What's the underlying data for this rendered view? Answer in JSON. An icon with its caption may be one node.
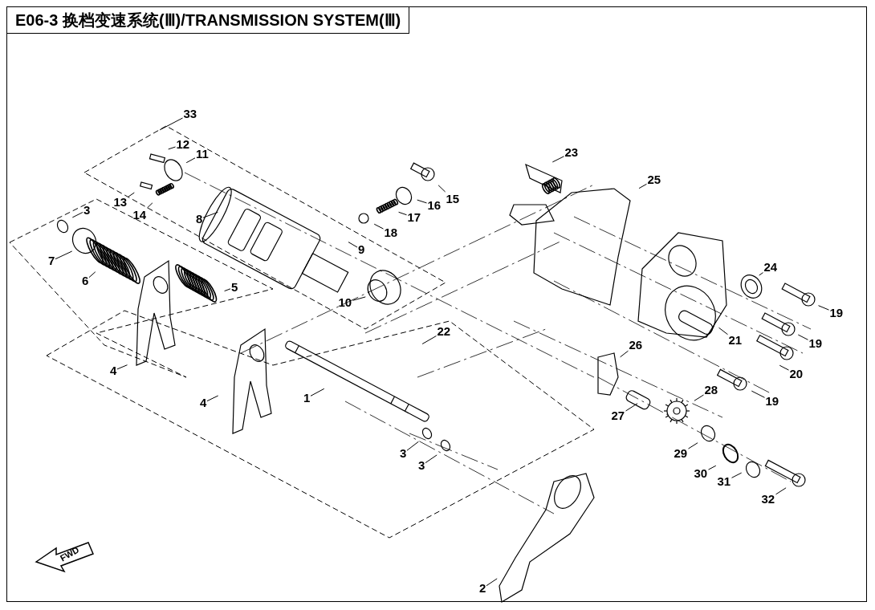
{
  "diagram": {
    "title": "E06-3 换档变速系统(Ⅲ)/TRANSMISSION SYSTEM(Ⅲ)",
    "nodes": [
      {
        "text": [
          "33"
        ]
      },
      {
        "text": [
          "12"
        ]
      },
      {
        "text": [
          "23"
        ]
      },
      {
        "text": [
          "11"
        ]
      },
      {
        "text": [
          "25"
        ]
      },
      {
        "text": [
          "15"
        ]
      },
      {
        "text": [
          "13"
        ]
      },
      {
        "text": [
          "14"
        ]
      },
      {
        "text": [
          "16"
        ]
      },
      {
        "text": [
          "3"
        ]
      },
      {
        "text": [
          "8"
        ]
      },
      {
        "text": [
          "17"
        ]
      },
      {
        "text": [
          "18"
        ]
      },
      {
        "text": [
          "9"
        ]
      },
      {
        "text": [
          "7"
        ]
      },
      {
        "text": [
          "24"
        ]
      },
      {
        "text": [
          "6"
        ]
      },
      {
        "text": [
          "5"
        ]
      },
      {
        "text": [
          "10"
        ]
      },
      {
        "text": [
          "19"
        ]
      },
      {
        "text": [
          "22"
        ]
      },
      {
        "text": [
          "21"
        ]
      },
      {
        "text": [
          "19"
        ]
      },
      {
        "text": [
          "26"
        ]
      },
      {
        "text": [
          "4"
        ]
      },
      {
        "text": [
          "20"
        ]
      },
      {
        "text": [
          "1"
        ]
      },
      {
        "text": [
          "28"
        ]
      },
      {
        "text": [
          "19"
        ]
      },
      {
        "text": [
          "4"
        ]
      },
      {
        "text": [
          "27"
        ]
      },
      {
        "text": [
          "3"
        ]
      },
      {
        "text": [
          "29"
        ]
      },
      {
        "text": [
          "3"
        ]
      },
      {
        "text": [
          "30"
        ]
      },
      {
        "text": [
          "31"
        ]
      },
      {
        "text": [
          "32"
        ]
      },
      {
        "text": [
          "2"
        ]
      }
    ],
    "edges": [
      {
        "from": 0,
        "to": null,
        "arrow": "none"
      },
      {
        "from": 1,
        "to": null,
        "arrow": "none"
      },
      {
        "from": 2,
        "to": null,
        "arrow": "none"
      },
      {
        "from": 3,
        "to": null,
        "arrow": "none"
      },
      {
        "from": 4,
        "to": null,
        "arrow": "none"
      },
      {
        "from": 5,
        "to": null,
        "arrow": "none"
      },
      {
        "from": 6,
        "to": null,
        "arrow": "none"
      },
      {
        "from": 7,
        "to": null,
        "arrow": "none"
      },
      {
        "from": 8,
        "to": null,
        "arrow": "none"
      },
      {
        "from": 9,
        "to": null,
        "arrow": "none"
      },
      {
        "from": 10,
        "to": null,
        "arrow": "none"
      },
      {
        "from": 11,
        "to": null,
        "arrow": "none"
      },
      {
        "from": 12,
        "to": null,
        "arrow": "none"
      },
      {
        "from": 13,
        "to": null,
        "arrow": "none"
      },
      {
        "from": 14,
        "to": null,
        "arrow": "none"
      },
      {
        "from": 15,
        "to": null,
        "arrow": "none"
      },
      {
        "from": 16,
        "to": null,
        "arrow": "none"
      },
      {
        "from": 17,
        "to": null,
        "arrow": "none"
      },
      {
        "from": 18,
        "to": null,
        "arrow": "none"
      },
      {
        "from": 19,
        "to": null,
        "arrow": "none"
      },
      {
        "from": 20,
        "to": null,
        "arrow": "none"
      },
      {
        "from": 21,
        "to": null,
        "arrow": "none"
      },
      {
        "from": 22,
        "to": null,
        "arrow": "none"
      },
      {
        "from": 23,
        "to": null,
        "arrow": "none"
      },
      {
        "from": 24,
        "to": null,
        "arrow": "none"
      },
      {
        "from": 25,
        "to": null,
        "arrow": "none"
      },
      {
        "from": 26,
        "to": null,
        "arrow": "none"
      },
      {
        "from": 27,
        "to": null,
        "arrow": "none"
      },
      {
        "from": 28,
        "to": null,
        "arrow": "none"
      },
      {
        "from": 29,
        "to": null,
        "arrow": "none"
      },
      {
        "from": 30,
        "to": null,
        "arrow": "none"
      },
      {
        "from": 31,
        "to": null,
        "arrow": "none"
      },
      {
        "from": 32,
        "to": null,
        "arrow": "none"
      },
      {
        "from": 33,
        "to": null,
        "arrow": "none"
      },
      {
        "from": 34,
        "to": null,
        "arrow": "none"
      },
      {
        "from": 35,
        "to": null,
        "arrow": "none"
      },
      {
        "from": 36,
        "to": null,
        "arrow": "none"
      },
      {
        "from": 37,
        "to": null,
        "arrow": "none"
      }
    ],
    "labels": [
      "FWD"
    ]
  }
}
